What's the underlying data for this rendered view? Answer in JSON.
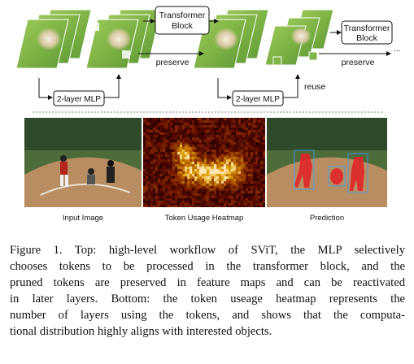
{
  "workflow": {
    "block1": [
      "Transformer",
      "Block"
    ],
    "block2": [
      "Transformer",
      "Block"
    ],
    "preserve1": "preserve",
    "preserve2": "preserve",
    "mlp1": "2-layer MLP",
    "mlp2": "2-layer MLP",
    "reuse": "reuse",
    "ellipsis": "..."
  },
  "images": {
    "input_label": "Input Image",
    "heatmap_label": "Token Usage Heatmap",
    "prediction_label": "Prediction"
  },
  "caption": [
    "Figure 1. Top: high-level workflow of SViT, the MLP selectively",
    "chooses tokens to be processed in the transformer block, and the",
    "pruned tokens are preserved in feature maps and can be reactivated",
    "in later layers. Bottom: the token useage heatmap represents the",
    "number of layers using the tokens, and shows that the computa-",
    "tional distribution highly aligns with interested objects."
  ]
}
